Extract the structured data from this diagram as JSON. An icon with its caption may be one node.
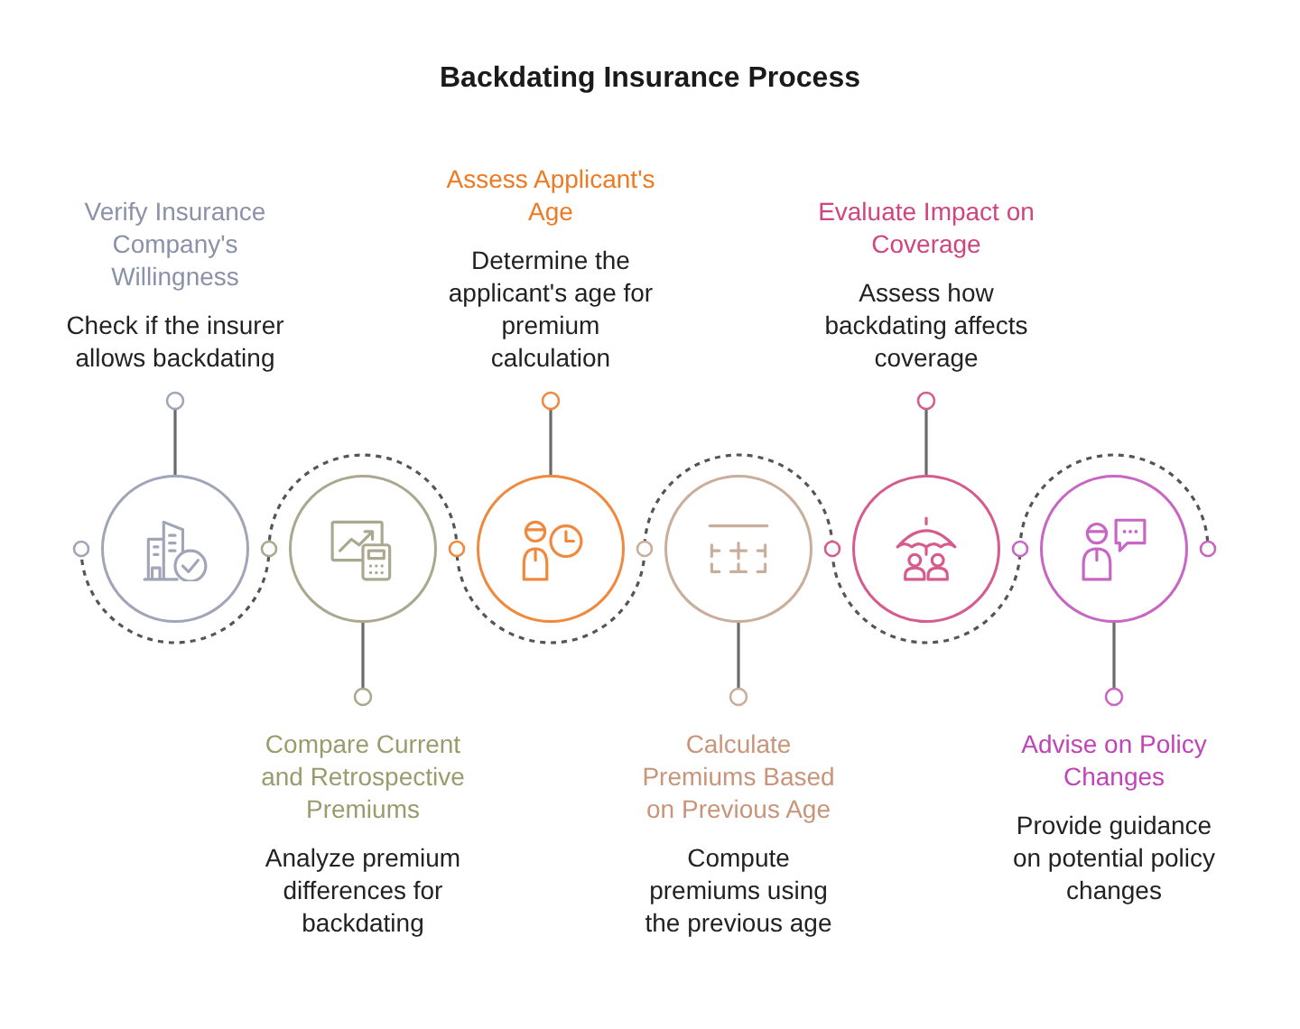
{
  "diagram": {
    "title": "Backdating Insurance Process",
    "nodes": [
      {
        "text": [
          "Verify Insurance Company's Willingness",
          "Check if the insurer allows backdating"
        ]
      },
      {
        "text": [],
        "shape": "circle"
      },
      {
        "text": [
          "Compare Current and Retrospective Premiums",
          "Analyze premium differences for backdating"
        ]
      },
      {
        "text": [],
        "shape": "circle"
      },
      {
        "text": [
          "Assess Applicant's Age",
          "Determine the applicant's age for premium calculation"
        ]
      },
      {
        "text": [],
        "shape": "circle"
      },
      {
        "text": [
          "Calculate Premiums Based on Previous Age",
          "Compute premiums using the previous age"
        ]
      },
      {
        "text": [],
        "shape": "circle"
      },
      {
        "text": [
          "Evaluate Impact on Coverage",
          "Assess how backdating affects coverage"
        ]
      },
      {
        "text": [],
        "shape": "circle"
      },
      {
        "text": [
          "Advise on Policy Changes",
          "Provide guidance on potential policy changes"
        ]
      },
      {
        "text": [],
        "shape": "circle"
      }
    ],
    "edges": [
      {
        "from": 1,
        "to": 0,
        "arrow": "other"
      },
      {
        "from": 3,
        "to": 2,
        "arrow": "other"
      },
      {
        "from": 5,
        "to": 4,
        "arrow": "other"
      },
      {
        "from": 7,
        "to": 6,
        "arrow": "other"
      },
      {
        "from": 9,
        "to": 8,
        "arrow": "other"
      },
      {
        "from": 11,
        "to": 10,
        "arrow": "other"
      }
    ]
  }
}
